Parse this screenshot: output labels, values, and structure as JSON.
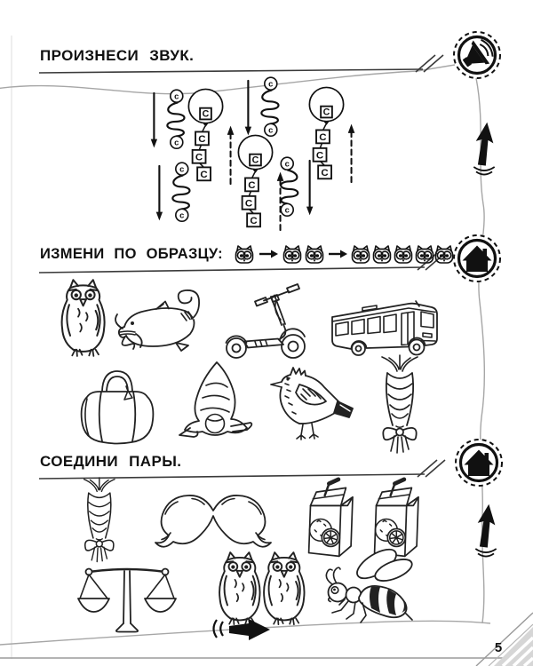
{
  "page": {
    "type": "workbook-scan",
    "number": "5"
  },
  "sections": {
    "pronounce": {
      "title": "ПРОИЗНЕСИ ЗВУК.",
      "diagram": {
        "spiral_letter": "с",
        "chain_letter": "С",
        "spirals": 4,
        "balloon_chains": 3,
        "down_arrow_style": "solid",
        "up_arrow_style": "dashed"
      }
    },
    "pattern": {
      "title": "ИЗМЕНИ ПО ОБРАЗЦУ:",
      "example_counts": [
        1,
        2,
        5
      ],
      "example_icon": "owl-face",
      "pictures": [
        "owl",
        "catfish",
        "scooter",
        "bus",
        "bag",
        "kerchief",
        "crested-bird",
        "braid"
      ]
    },
    "pairs": {
      "title": "СОЕДИНИ ПАРЫ.",
      "pictures": [
        "braid",
        "mustache",
        "juice-boxes",
        "scales",
        "owl-pair",
        "wasp"
      ]
    }
  },
  "sidebar": {
    "icons": [
      "speaker",
      "up-arrow",
      "home",
      "home",
      "up-arrow"
    ]
  },
  "footer": {
    "icon": "right-arrow",
    "page_number": "5"
  },
  "colors": {
    "ink": "#1a1a1a",
    "guide_line": "#a6a6a6",
    "corner_fill": "#d6d6d6"
  }
}
